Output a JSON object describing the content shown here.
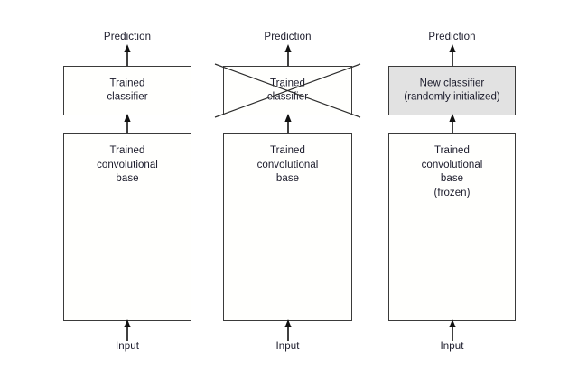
{
  "figure": {
    "columns": [
      {
        "id": "column-pretrained",
        "prediction_label": "Prediction",
        "input_label": "Input",
        "classifier": {
          "lines": [
            "Trained",
            "classifier"
          ],
          "filled": false,
          "crossed_out": false
        },
        "base": {
          "lines": [
            "Trained",
            "convolutional",
            "base"
          ]
        }
      },
      {
        "id": "column-discard-classifier",
        "prediction_label": "Prediction",
        "input_label": "Input",
        "classifier": {
          "lines": [
            "Trained",
            "classifier"
          ],
          "filled": false,
          "crossed_out": true
        },
        "base": {
          "lines": [
            "Trained",
            "convolutional",
            "base"
          ]
        }
      },
      {
        "id": "column-new-classifier",
        "prediction_label": "Prediction",
        "input_label": "Input",
        "classifier": {
          "lines": [
            "New classifier",
            "(randomly initialized)"
          ],
          "filled": true,
          "crossed_out": false
        },
        "base": {
          "lines": [
            "Trained",
            "convolutional",
            "base",
            "(frozen)"
          ]
        }
      }
    ],
    "colors": {
      "background": "#ffffff",
      "box_stroke": "#3a3a3a",
      "box_fill": "#fffffd",
      "highlight_fill": "#e2e2e2",
      "arrow": "#111111",
      "text": "#1b1b2b"
    }
  }
}
